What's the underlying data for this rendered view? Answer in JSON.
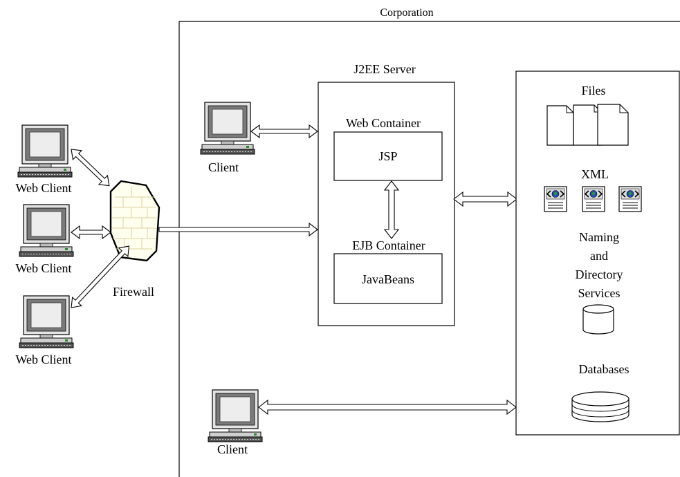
{
  "corporation": {
    "label": "Corporation"
  },
  "web_clients": [
    {
      "label": "Web Client"
    },
    {
      "label": "Web Client"
    },
    {
      "label": "Web Client"
    }
  ],
  "firewall": {
    "label": "Firewall"
  },
  "internal_clients": [
    {
      "label": "Client"
    },
    {
      "label": "Client"
    }
  ],
  "j2ee_server": {
    "title": "J2EE Server",
    "web_container": {
      "title": "Web Container",
      "component": "JSP"
    },
    "ejb_container": {
      "title": "EJB Container",
      "component": "JavaBeans"
    }
  },
  "resources": {
    "files": "Files",
    "xml": "XML",
    "naming": [
      "Naming",
      "and",
      "Directory",
      "Services"
    ],
    "databases": "Databases"
  }
}
